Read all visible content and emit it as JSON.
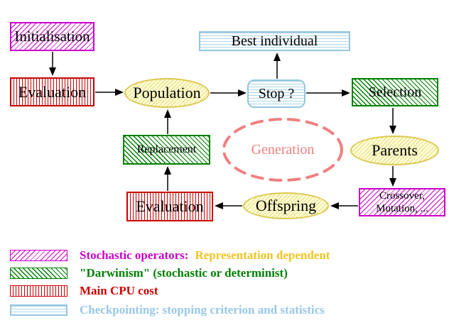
{
  "diagram": {
    "nodes": {
      "initialisation": {
        "label": "Initialisation"
      },
      "evaluation_top": {
        "label": "Evaluation"
      },
      "population": {
        "label": "Population"
      },
      "best_individual": {
        "label": "Best individual"
      },
      "stop": {
        "label": "Stop ?"
      },
      "selection": {
        "label": "Selection"
      },
      "replacement": {
        "label": "Replacement"
      },
      "generation": {
        "label": "Generation"
      },
      "parents": {
        "label": "Parents"
      },
      "offspring": {
        "label": "Offspring"
      },
      "evaluation_bottom": {
        "label": "Evaluation"
      },
      "crossover": {
        "line1": "Crossover,",
        "line2": "Mutation, ..."
      }
    },
    "legend": {
      "items": [
        {
          "label": "Stochastic operators:",
          "label2": "Representation dependent"
        },
        {
          "label": "\"Darwinism\" (stochastic or determinist)"
        },
        {
          "label": "Main CPU cost"
        },
        {
          "label": "Checkpointing: stopping criterion and statistics"
        }
      ]
    },
    "colors": {
      "magenta": "#cc00cc",
      "red": "#cc0000",
      "green": "#008000",
      "cyan_border": "#94c6e0",
      "cyan_line": "#aed4ea",
      "yellow_border": "#dcc850",
      "yellow_fill": "#ffffd6",
      "salmon": "#f08080",
      "gold_text": "#f0c420"
    }
  }
}
